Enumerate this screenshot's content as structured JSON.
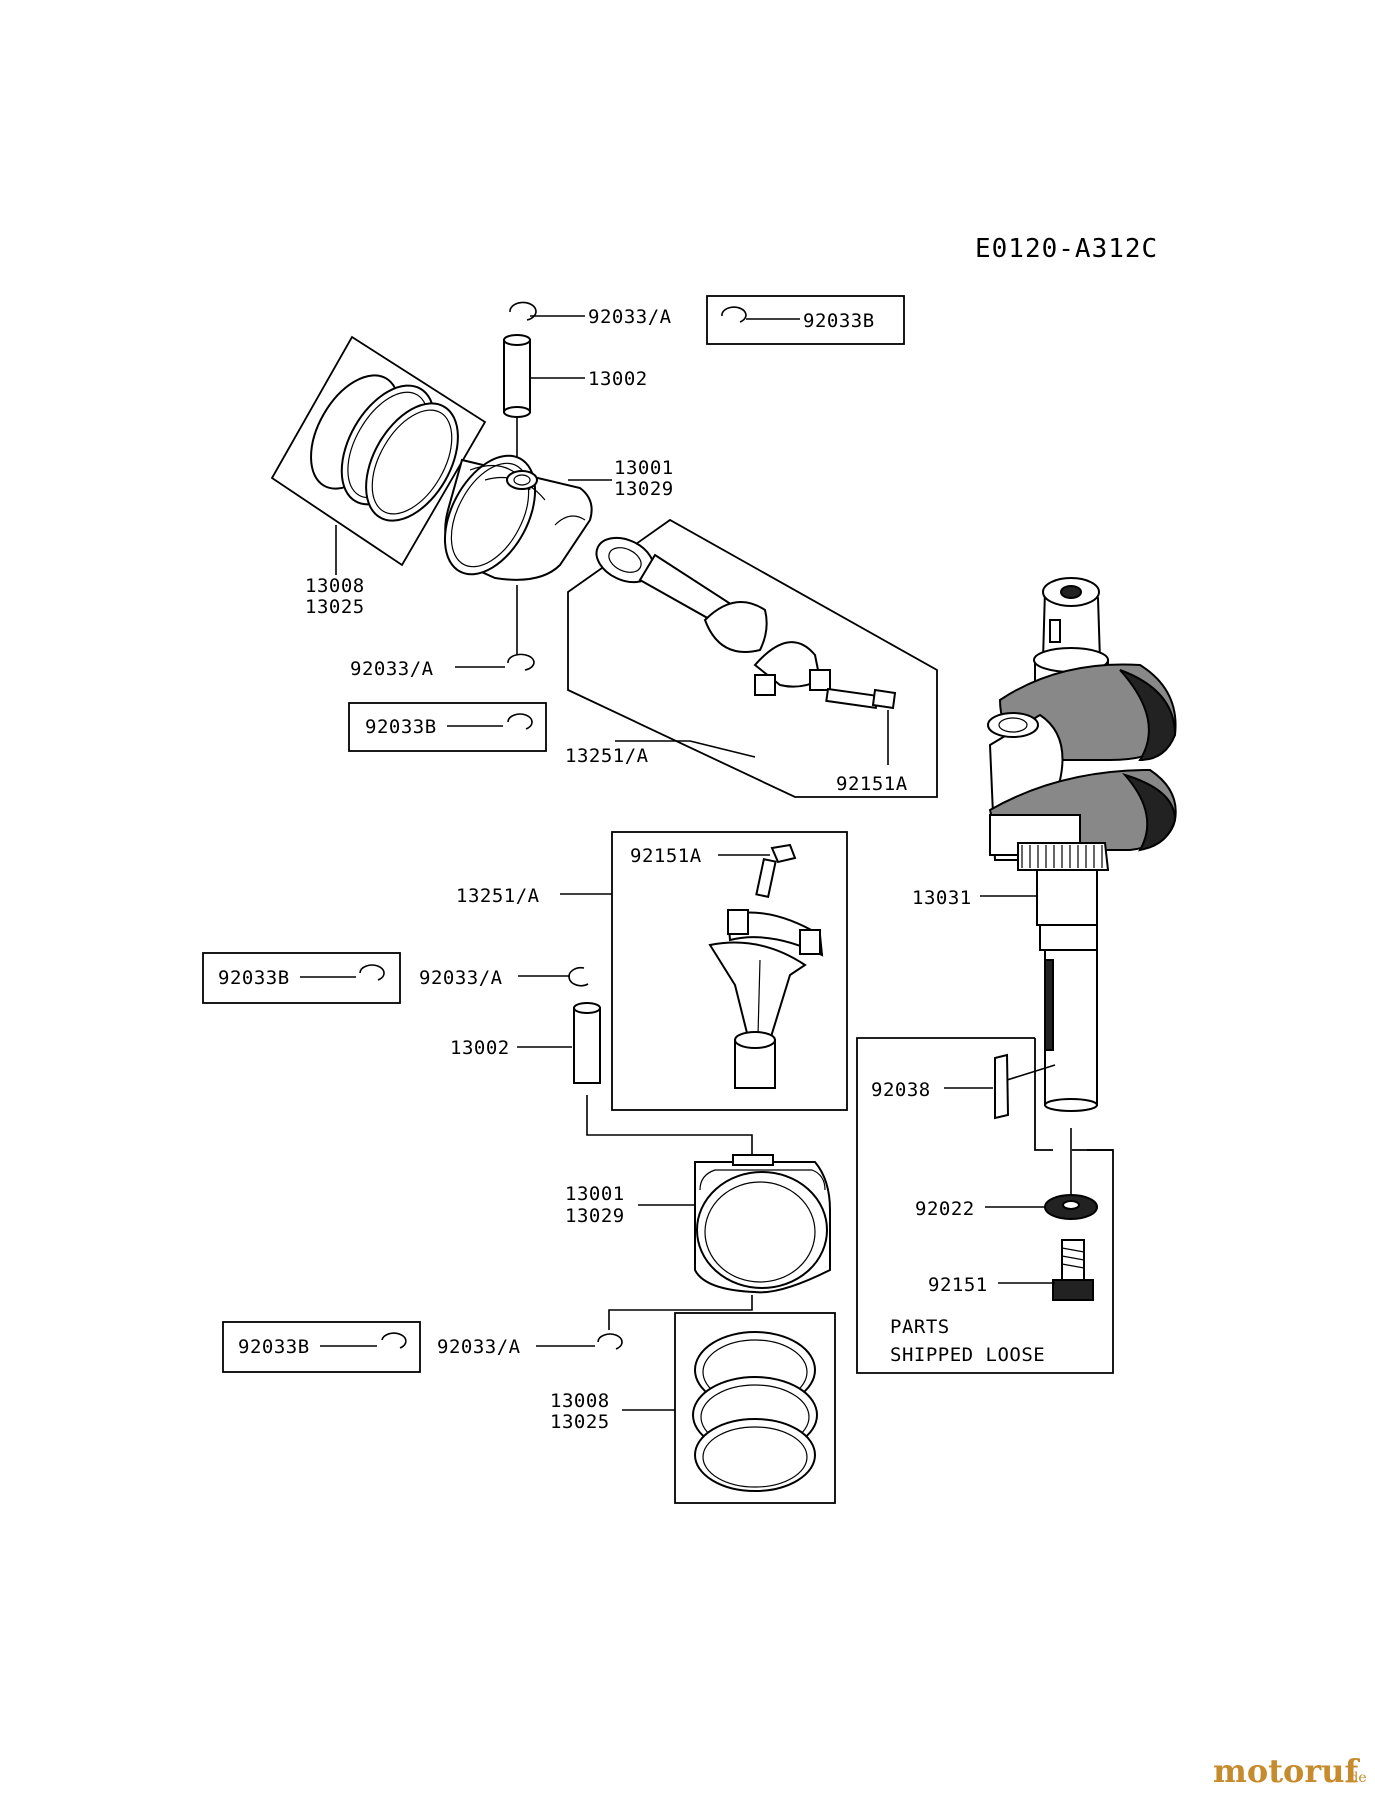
{
  "diagram_code": "E0120-A312C",
  "labels": {
    "top_ring_clip": "92033/A",
    "top_ring_clip_box": "92033B",
    "top_pin": "13002",
    "top_piston_a": "13001",
    "top_piston_b": "13029",
    "top_rings_a": "13008",
    "top_rings_b": "13025",
    "top_lower_clip": "92033/A",
    "top_lower_clip_box": "92033B",
    "top_conrod": "13251/A",
    "top_conrod_bolt": "92151A",
    "mid_conrod_bolt": "92151A",
    "mid_conrod": "13251/A",
    "mid_clip_box": "92033B",
    "mid_clip": "92033/A",
    "mid_pin": "13002",
    "crankshaft": "13031",
    "key": "92038",
    "washer": "92022",
    "bolt": "92151",
    "loose_line1": "PARTS",
    "loose_line2": "SHIPPED LOOSE",
    "bot_piston_a": "13001",
    "bot_piston_b": "13029",
    "bot_clip_box": "92033B",
    "bot_clip": "92033/A",
    "bot_rings_a": "13008",
    "bot_rings_b": "13025"
  },
  "watermark": {
    "brand": "motoruf",
    "suffix": ".de",
    "color": "#c58b2c"
  }
}
